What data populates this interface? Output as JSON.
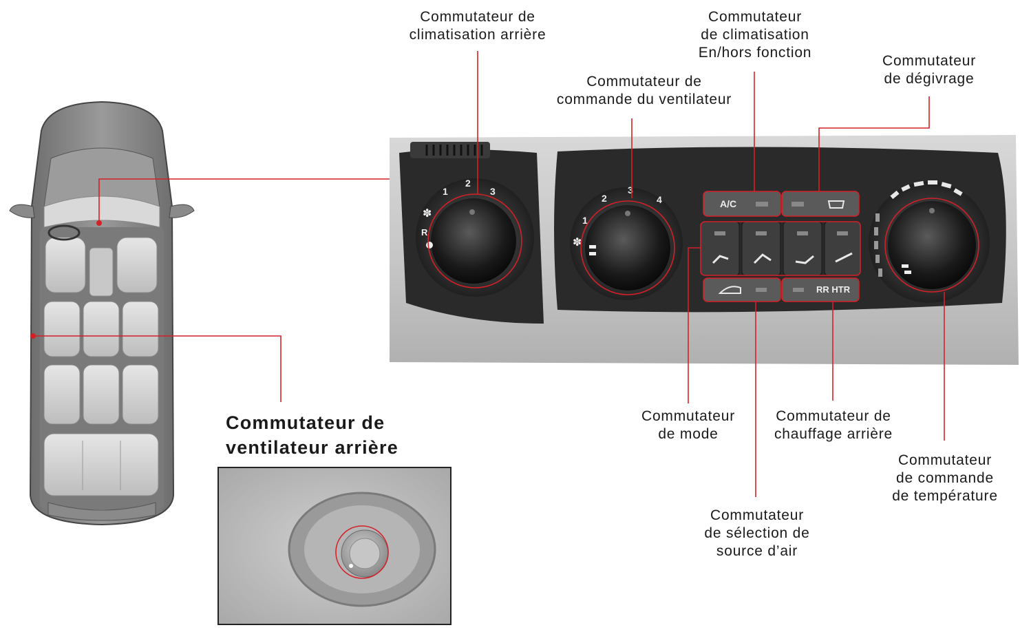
{
  "labels": {
    "rear_ac": "Commutateur de\nclimatisation arrière",
    "ac_onoff": "Commutateur\nde climatisation\nEn/hors fonction",
    "fan_control": "Commutateur de\ncommande du ventilateur",
    "defrost": "Commutateur\nde dégivrage",
    "mode": "Commutateur\nde mode",
    "rear_heater": "Commutateur de\nchauffage arrière",
    "temperature": "Commutateur\nde commande\nde température",
    "air_source": "Commutateur\nde sélection de\nsource d’air",
    "rear_fan_title": "Commutateur de\nventilateur arrière"
  },
  "panel": {
    "rear_dial_numbers": [
      "1",
      "2",
      "3"
    ],
    "rear_dial_off": "R",
    "fan_dial_numbers": [
      "1",
      "2",
      "3",
      "4"
    ],
    "ac_button": "A/C",
    "rr_htr_button": "RR HTR"
  },
  "colors": {
    "callout": "#d42027",
    "panel_dark": "#2a2a2a",
    "panel_mid": "#4a4a4a",
    "bezel": "#cfcfcf"
  }
}
